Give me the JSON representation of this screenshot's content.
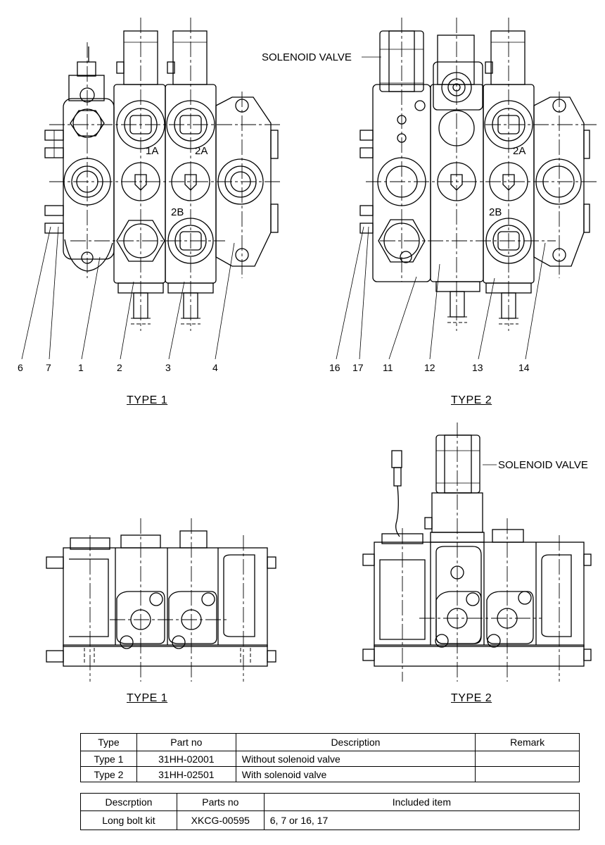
{
  "views": {
    "top": {
      "type1": {
        "caption": "TYPE 1",
        "port_labels": [
          "1A",
          "2A",
          "2B"
        ],
        "callouts": [
          "6",
          "7",
          "1",
          "2",
          "3",
          "4"
        ]
      },
      "type2": {
        "caption": "TYPE 2",
        "solenoid_label": "SOLENOID VALVE",
        "port_labels": [
          "2A",
          "2B"
        ],
        "callouts": [
          "16",
          "17",
          "11",
          "12",
          "13",
          "14"
        ]
      }
    },
    "bottom": {
      "type1": {
        "caption": "TYPE 1"
      },
      "type2": {
        "caption": "TYPE 2",
        "solenoid_label": "SOLENOID VALVE"
      }
    }
  },
  "parts_table": {
    "headers": [
      "Type",
      "Part no",
      "Description",
      "Remark"
    ],
    "rows": [
      [
        "Type 1",
        "31HH-02001",
        "Without solenoid valve",
        ""
      ],
      [
        "Type 2",
        "31HH-02501",
        "With solenoid valve",
        ""
      ]
    ]
  },
  "kit_table": {
    "headers": [
      "Descrption",
      "Parts no",
      "Included item"
    ],
    "rows": [
      [
        "Long bolt kit",
        "XKCG-00595",
        "6, 7 or 16, 17"
      ]
    ]
  }
}
